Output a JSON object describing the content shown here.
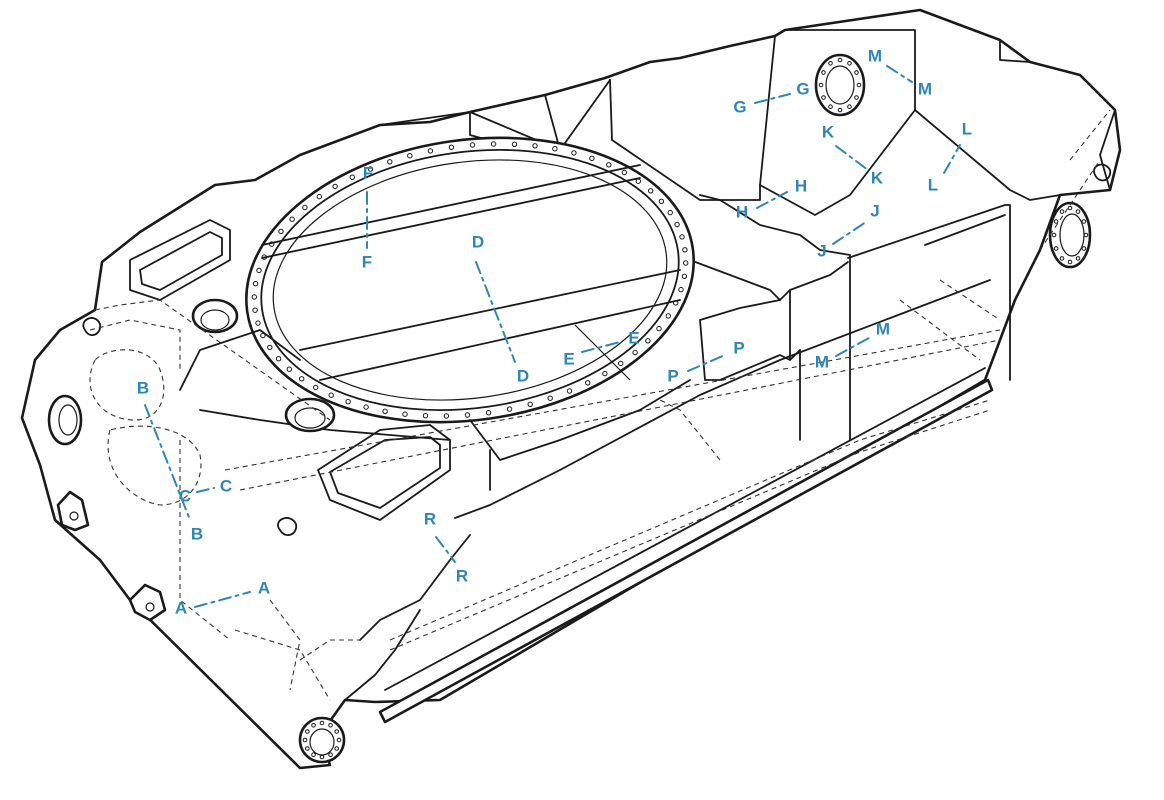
{
  "theme": {
    "label_color": "#2e86b7",
    "line_color": "#1a1a1a"
  },
  "section_markers": [
    {
      "id": "A",
      "start": "A",
      "end": "A"
    },
    {
      "id": "B",
      "start": "B",
      "end": "B"
    },
    {
      "id": "C",
      "start": "C",
      "end": "C"
    },
    {
      "id": "D",
      "start": "D",
      "end": "D"
    },
    {
      "id": "E",
      "start": "E",
      "end": "E"
    },
    {
      "id": "F",
      "start": "F",
      "end": "F"
    },
    {
      "id": "G",
      "start": "G",
      "end": "G"
    },
    {
      "id": "H",
      "start": "H",
      "end": "H"
    },
    {
      "id": "J",
      "start": "J",
      "end": "J"
    },
    {
      "id": "K",
      "start": "K",
      "end": "K"
    },
    {
      "id": "L",
      "start": "L",
      "end": "L"
    },
    {
      "id": "M1",
      "start": "M",
      "end": "M"
    },
    {
      "id": "M2",
      "start": "M",
      "end": "M"
    },
    {
      "id": "P",
      "start": "P",
      "end": "P"
    },
    {
      "id": "R",
      "start": "R",
      "end": "R"
    }
  ]
}
